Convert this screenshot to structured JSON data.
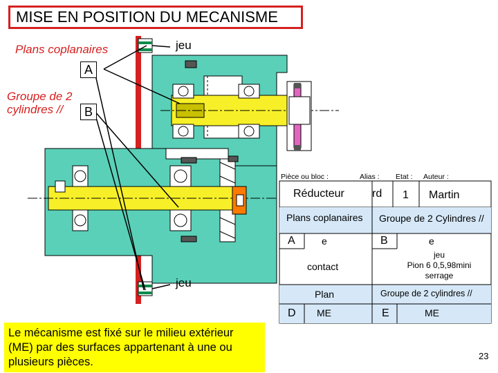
{
  "title": "MISE EN POSITION DU MECANISME",
  "labels": {
    "plans_coplanaires": "Plans coplanaires",
    "jeu_top": "jeu",
    "box_a": "A",
    "groupe_line1": "Groupe de 2",
    "groupe_line2": "cylindres //",
    "box_b": "B",
    "jeu_bottom": "jeu"
  },
  "note": "Le mécanisme est fixé sur le milieu extérieur (ME) par des surfaces appartenant à une ou plusieurs pièces.",
  "info_table": {
    "headers": {
      "piece": "Pièce ou bloc :",
      "alias": "Alias :",
      "etat": "Etat :",
      "auteur": "Auteur :"
    },
    "piece": "Réducteur",
    "alias": "rd",
    "etat": "1",
    "auteur": "Martin",
    "surface_a_label": "Plans coplanaires",
    "surface_b_label": "Groupe de 2 Cylindres //",
    "letter_a": "A",
    "letter_a_value": "e",
    "letter_b": "B",
    "letter_b_value": "e",
    "contact": "contact",
    "jeu_line1": "jeu",
    "jeu_line2": "Pion 6 0,5,98mini",
    "jeu_line3": "serrage",
    "plan": "Plan",
    "groupe_cyl": "Groupe de 2 cylindres //",
    "letter_d": "D",
    "d_value": "ME",
    "letter_e": "E",
    "e_value": "ME"
  },
  "page_number": "23",
  "colors": {
    "housing": "#5ad0b8",
    "shaft": "#f7f028",
    "shaft_dark": "#c8c000",
    "red": "#d62020",
    "orange": "#ff7a00",
    "magenta": "#e066c0",
    "table_blue": "#d6e8f8",
    "note_yellow": "#ffff00"
  }
}
